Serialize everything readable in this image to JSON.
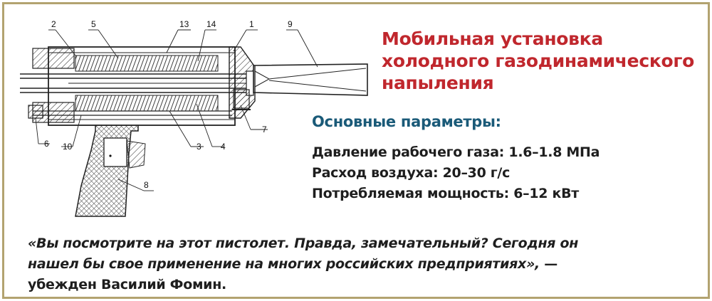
{
  "title_lines": [
    "Мобильная установка",
    "холодного газодинамического",
    "напыления"
  ],
  "params": {
    "heading": "Основные параметры:",
    "items": [
      "Давление рабочего газа: 1.6–1.8 МПа",
      "Расход воздуха: 20–30 г/с",
      "Потребляемая мощность: 6–12 кВт"
    ]
  },
  "quote": {
    "line1": "«Вы посмотрите на этот пистолет. Правда, замечательный? Сегодня он",
    "line2": "нашел бы свое применение на многих российских предприятиях»,",
    "line2_tail": " —",
    "line3": "убежден Василий Фомин."
  },
  "diagram_labels": [
    "2",
    "5",
    "13",
    "14",
    "1",
    "9",
    "7",
    "6",
    "10",
    "3",
    "4",
    "8"
  ],
  "colors": {
    "title": "#c0272d",
    "heading": "#1a5a78",
    "frame": "#b3a370",
    "text": "#1e1e1e"
  }
}
